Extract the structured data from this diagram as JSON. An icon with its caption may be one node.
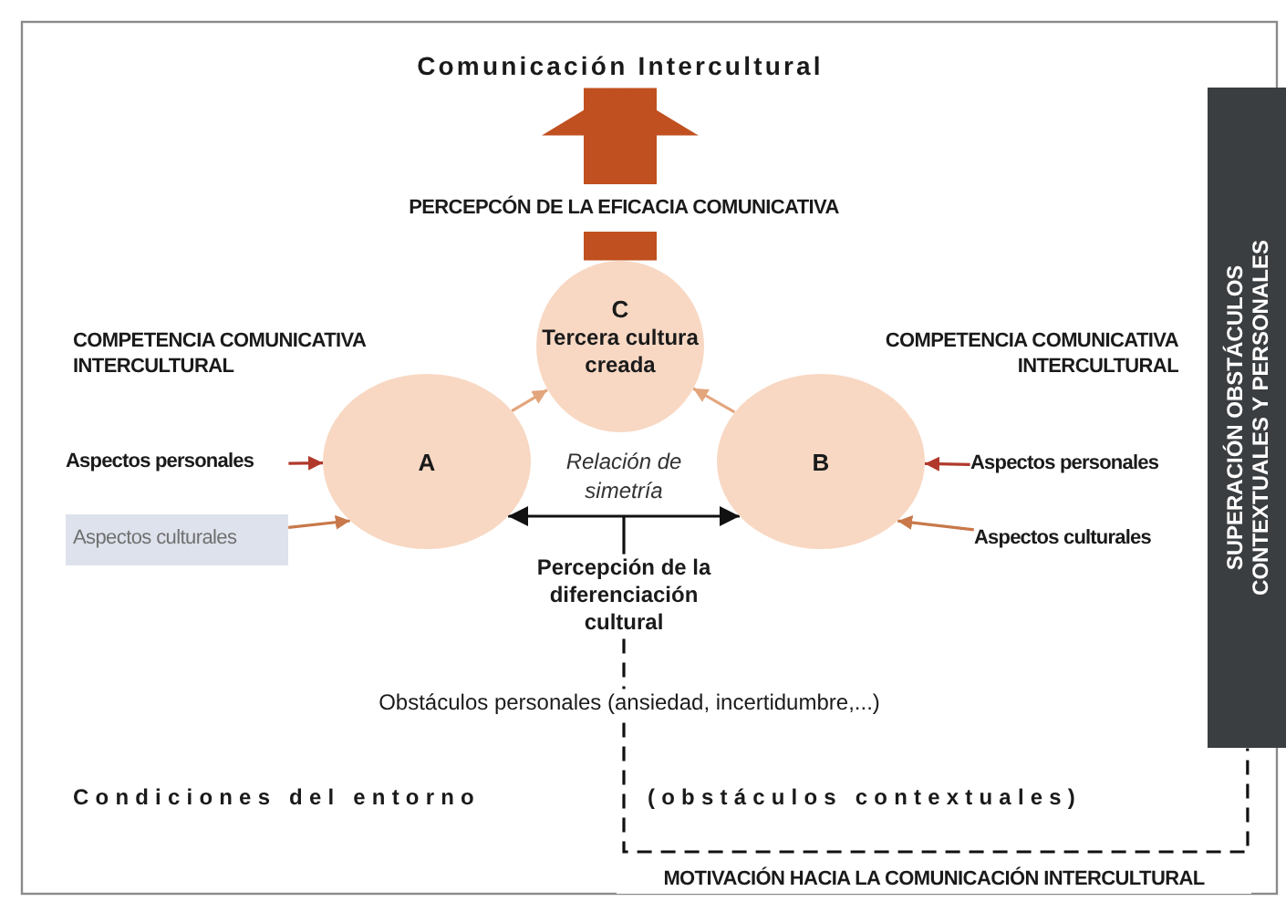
{
  "diagram": {
    "nodes": [
      {
        "text": [
          "Comunicación Intercultural"
        ]
      },
      {
        "text": [
          "C",
          "Tercera cultura creada"
        ]
      },
      {
        "text": [
          "A"
        ]
      },
      {
        "text": [
          "B"
        ]
      },
      {
        "text": [
          "Aspectos personales"
        ]
      },
      {
        "text": [
          "Aspectos culturales"
        ]
      },
      {
        "text": [
          "Aspectos personales"
        ]
      },
      {
        "text": [
          "Aspectos culturales"
        ]
      },
      {
        "text": [
          "Percepción de la diferenciación cultural"
        ]
      },
      {
        "text": [
          "Obstáculos personales (ansiedad, incertidumbre,...)"
        ]
      },
      {
        "text": [
          "SUPERACIÓN OBSTÁCULOS CONTEXTUALES Y PERSONALES"
        ]
      }
    ],
    "edges": [
      {
        "from": 1,
        "to": 0,
        "arrow": "to",
        "style": "thick",
        "color": "#c0501f",
        "label": "PERCEPCÓN DE LA EFICACIA COMUNICATIVA"
      },
      {
        "from": 2,
        "to": 1,
        "arrow": "to",
        "color": "#e3a57c"
      },
      {
        "from": 3,
        "to": 1,
        "arrow": "to",
        "color": "#e3a57c"
      },
      {
        "from": 4,
        "to": 2,
        "arrow": "to",
        "color": "#b0392c"
      },
      {
        "from": 5,
        "to": 2,
        "arrow": "to",
        "color": "#c8784a"
      },
      {
        "from": 6,
        "to": 3,
        "arrow": "to",
        "color": "#b0392c"
      },
      {
        "from": 7,
        "to": 3,
        "arrow": "to",
        "color": "#c8784a"
      },
      {
        "from": 2,
        "to": 3,
        "arrow": "both",
        "label": "Relación de simetría"
      },
      {
        "from": null,
        "to": 8,
        "arrow": "none"
      },
      {
        "from": 8,
        "to": 9,
        "arrow": "none",
        "style": "dashed"
      },
      {
        "from": 9,
        "to": 10,
        "arrow": "none",
        "style": "dashed",
        "label": "MOTIVACIÓN HACIA LA COMUNICACIÓN INTERCULTURAL"
      }
    ],
    "labels": [
      "COMPETENCIA COMUNICATIVA INTERCULTURAL",
      "COMPETENCIA COMUNICATIVA INTERCULTURAL",
      "Condiciones del entorno",
      "(obstáculos contextuales)"
    ]
  }
}
